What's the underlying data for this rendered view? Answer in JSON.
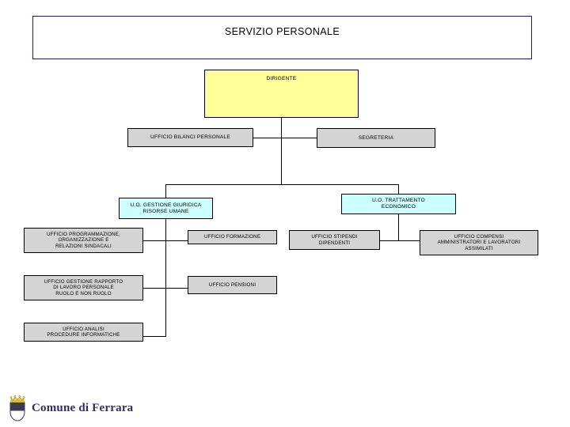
{
  "page": {
    "title": "SERVIZIO PERSONALE",
    "background": "#ffffff",
    "title_border_color": "#1c1c5e"
  },
  "colors": {
    "top_node_fill": "#ffff99",
    "staff_node_fill": "#d4d4d4",
    "unit_node_fill": "#ccffff",
    "office_node_fill": "#d4d4d4",
    "line": "#000000",
    "footer_text": "#2e2e6e"
  },
  "chart_data": {
    "type": "diagram",
    "title": "SERVIZIO PERSONALE",
    "nodes": [
      {
        "id": "dirigente",
        "label": "DIRIGENTE",
        "level": 0,
        "fill": "#ffff99"
      },
      {
        "id": "ufficio-bilanci-personale",
        "label": "UFFICIO BILANCI PERSONALE",
        "level": 1,
        "fill": "#d4d4d4"
      },
      {
        "id": "segreteria",
        "label": "SEGRETERIA",
        "level": 1,
        "fill": "#d4d4d4"
      },
      {
        "id": "uo-gestione-giuridica",
        "label": "U.O. GESTIONE GIURIDICA\nRISORSE UMANE",
        "level": 2,
        "fill": "#ccffff"
      },
      {
        "id": "uo-trattamento-economico",
        "label": "U.O. TRATTAMENTO\nECONOMICO",
        "level": 2,
        "fill": "#ccffff"
      },
      {
        "id": "ufficio-programmazione",
        "label": "UFFICIO PROGRAMMAZIONE,\nORGANIZZAZIONE E\nRELAZIONI SINDACALI",
        "level": 3,
        "fill": "#d4d4d4"
      },
      {
        "id": "ufficio-gestione-rapporto",
        "label": "UFFICIO GESTIONE RAPPORTO\nDI LAVORO PERSONALE\nRUOLO E NON RUOLO",
        "level": 3,
        "fill": "#d4d4d4"
      },
      {
        "id": "ufficio-analisi-procedure",
        "label": "UFFICIO ANALISI\nPROCEDURE INFORMATICHE",
        "level": 3,
        "fill": "#d4d4d4"
      },
      {
        "id": "ufficio-formazione",
        "label": "UFFICIO FORMAZIONE",
        "level": 3,
        "fill": "#d4d4d4"
      },
      {
        "id": "ufficio-pensioni",
        "label": "UFFICIO PENSIONI",
        "level": 3,
        "fill": "#d4d4d4"
      },
      {
        "id": "ufficio-stipendi-dipendenti",
        "label": "UFFICIO STIPENDI\nDIPENDENTI",
        "level": 3,
        "fill": "#d4d4d4"
      },
      {
        "id": "ufficio-compensi",
        "label": "UFFICIO COMPENSI\nAMMINISTRATORI E LAVORATORI\nASSIMILATI",
        "level": 3,
        "fill": "#d4d4d4"
      }
    ],
    "edges": [
      {
        "from": "dirigente",
        "to": "ufficio-bilanci-personale"
      },
      {
        "from": "dirigente",
        "to": "segreteria"
      },
      {
        "from": "dirigente",
        "to": "uo-gestione-giuridica"
      },
      {
        "from": "dirigente",
        "to": "uo-trattamento-economico"
      },
      {
        "from": "uo-gestione-giuridica",
        "to": "ufficio-programmazione"
      },
      {
        "from": "uo-gestione-giuridica",
        "to": "ufficio-gestione-rapporto"
      },
      {
        "from": "uo-gestione-giuridica",
        "to": "ufficio-analisi-procedure"
      },
      {
        "from": "uo-gestione-giuridica",
        "to": "ufficio-formazione"
      },
      {
        "from": "uo-gestione-giuridica",
        "to": "ufficio-pensioni"
      },
      {
        "from": "uo-trattamento-economico",
        "to": "ufficio-stipendi-dipendenti"
      },
      {
        "from": "uo-trattamento-economico",
        "to": "ufficio-compensi"
      }
    ]
  },
  "footer": {
    "text": "Comune di Ferrara",
    "logo_name": "comune-di-ferrara-crest"
  }
}
